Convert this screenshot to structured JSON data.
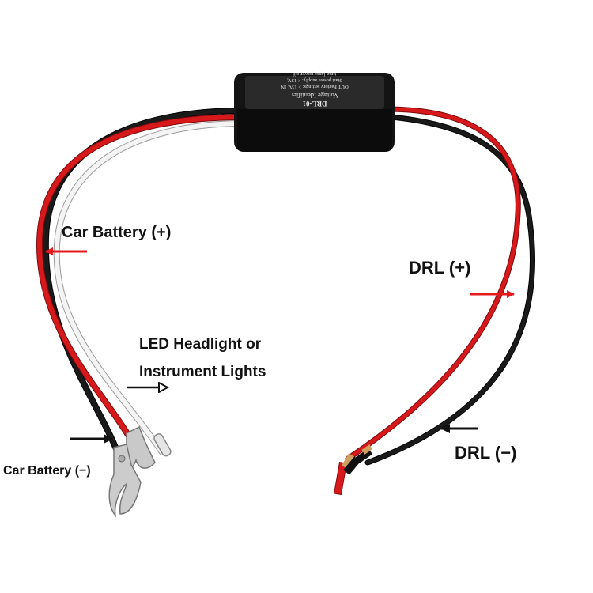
{
  "labels": {
    "car_battery_pos": "Car Battery (+)",
    "led_line1": "LED Headlight or",
    "led_line2": "Instrument Lights",
    "car_battery_neg": "Car Battery (−)",
    "drl_pos": "DRL (+)",
    "drl_neg": "DRL (−)"
  },
  "module": {
    "model": "DRL-01",
    "name": "Voltage Identifier",
    "line1": "OUT  Factory settings: > 13V, IN",
    "line2": "Start power supply: < 13V,",
    "line3": "time-lapse power off"
  },
  "colors": {
    "red_wire": "#d7191c",
    "black_wire": "#1a1a1a",
    "white_wire": "#f4f4f4",
    "arrow_red": "#e41a1c",
    "module_body": "#141414"
  }
}
